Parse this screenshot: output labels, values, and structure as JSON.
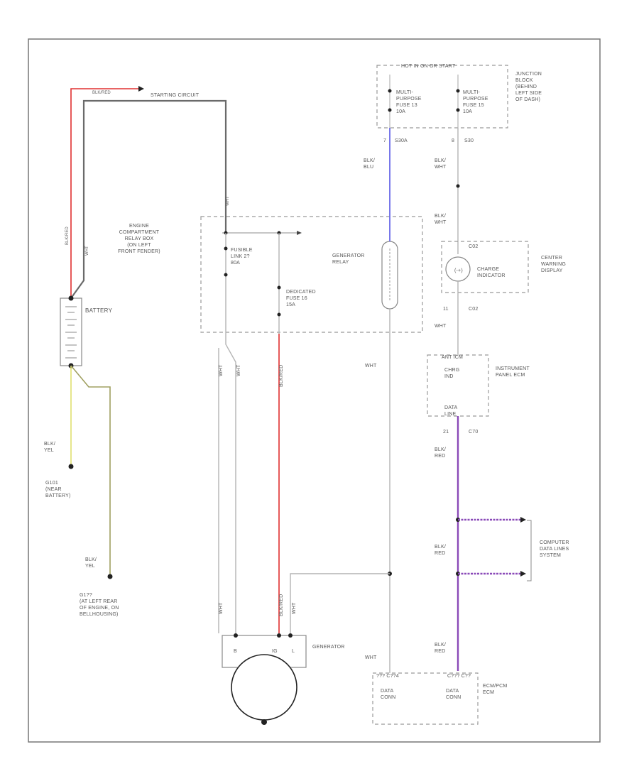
{
  "footer_code": "",
  "labels": {
    "start_wire_color": "BLK/RED",
    "starting_circuit": "STARTING CIRCUIT",
    "battery_pos_wire_1": "BLK/RED",
    "battery_pos_wire_2": "WHT",
    "battery": "BATTERY",
    "ground_wire_1": "BLK/\nYEL",
    "ground_g1": "G101\n(NEAR\nBATTERY)",
    "ground_wire_2": "BLK/\nYEL",
    "ground_g2": "G1??\n(AT LEFT REAR\nOF ENGINE, ON\nBELLHOUSING)",
    "relay_box": "ENGINE\nCOMPARTMENT\nRELAY BOX\n(ON LEFT\nFRONT FENDER)",
    "fusible_link": "FUSIBLE\nLINK 2?\n80A",
    "dedicated_fuse": "DEDICATED\nFUSE 16\n15A",
    "generator_relay": "GENERATOR\nRELAY",
    "hot_header": "HOT IN ON OR START",
    "fuse_13": "MULTI-\nPURPOSE\nFUSE 13\n10A",
    "fuse_15": "MULTI-\nPURPOSE\nFUSE 15\n10A",
    "junction_block": "JUNCTION\nBLOCK\n(BEHIND\nLEFT SIDE\nOF DASH)",
    "pin_left": "7",
    "conn_left": "S30A",
    "pin_right": "8",
    "conn_right": "S30",
    "wire_blu_blu": "BLK/\nBLU",
    "wire_blu_wht_1": "BLK/\nWHT",
    "wire_blu_wht_2": "BLK/\nWHT",
    "c_top": "C02",
    "charge_indicator": "CHARGE\nINDICATOR",
    "center_display": "CENTER\nWARNING\nDISPLAY",
    "pin_11": "11",
    "c_bottom": "C02",
    "wht_1": "WHT",
    "wht_2": "WHT",
    "wht_3": "WHT",
    "ipecm_header": "ANT ICM",
    "chrg_ind": "CHRG\nIND",
    "ipecm": "INSTRUMENT\nPANEL ECM",
    "data_line": "DATA\nLINE",
    "pin_21": "21",
    "c_ipecm": "C70",
    "blu_red_1": "BLK/\nRED",
    "blu_red_2": "BLK/\nRED",
    "blu_red_3": "BLK/\nRED",
    "data_lines_system": "COMPUTER\nDATA LINES\nSYSTEM",
    "gen_wire_wht": "WHT",
    "gen_wire_wht2": "WHT",
    "gen_wire_red": "BLK/RED",
    "gen_wire_wht3": "WHT",
    "generator": "GENERATOR",
    "gen_term_b": "B",
    "gen_term_ig": "IG",
    "gen_term_l": "L",
    "ecm_header": "??? C??4",
    "ecm_header_right": "C??? C??",
    "data_conn_1": "DATA\nCONN",
    "data_conn_2": "DATA\nCONN",
    "ecm": "ECM/PCM\nECM",
    "arrow_label": "BLK/RED"
  },
  "colors": {
    "red": "#e03030",
    "grey": "#6a6a6a",
    "blue": "#6a6ae8",
    "purple": "#8a4ab8",
    "yellow": "#e0e070"
  }
}
